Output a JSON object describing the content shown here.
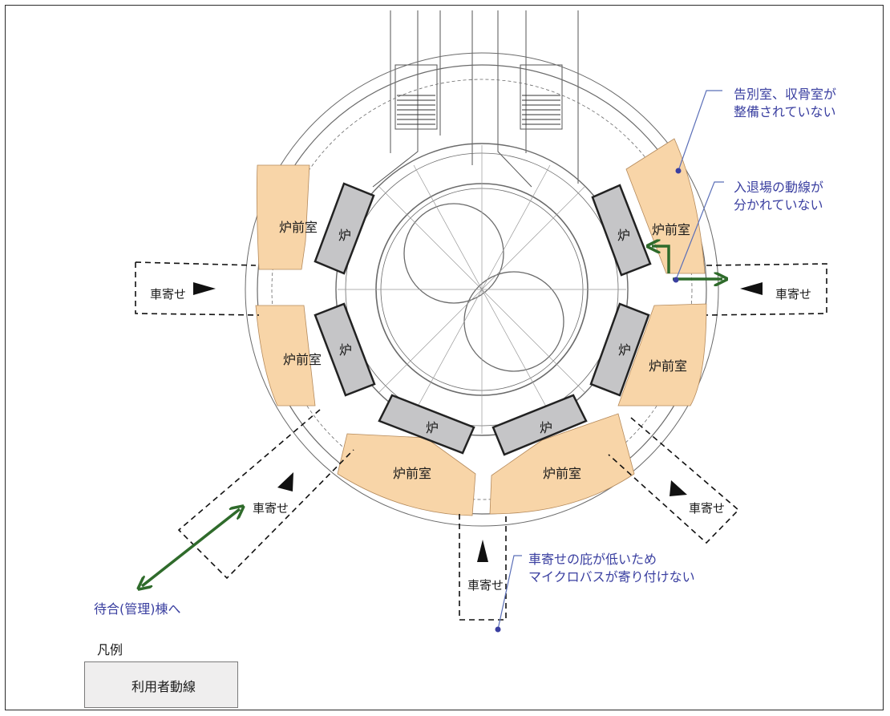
{
  "rooms": {
    "furnace_label": "炉",
    "prep_room_label": "炉前室"
  },
  "driveway_label": "車寄せ",
  "annotations": {
    "no_farewell_room_line1": "告別室、収骨室が",
    "no_farewell_room_line2": "整備されていない",
    "flow_not_separated_line1": "入退場の動線が",
    "flow_not_separated_line2": "分かれていない",
    "low_canopy_line1": "車寄せの庇が低いため",
    "low_canopy_line2": "マイクロバスが寄り付けない",
    "to_waiting_building": "待合(管理)棟へ"
  },
  "legend": {
    "title": "凡例",
    "user_flow": "利用者動線"
  },
  "colors": {
    "prep_room_fill": "#f8d5a8",
    "furnace_fill": "#c5c5c7",
    "flow_arrow": "#2f6b2b",
    "note_text": "#3a3fa0",
    "leader_line": "#5b6fb8"
  }
}
